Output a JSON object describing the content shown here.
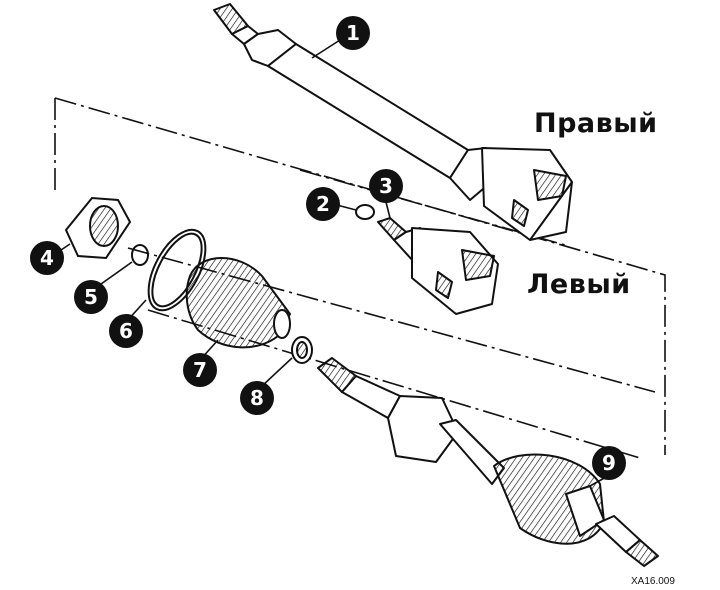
{
  "labels": {
    "right": "Правый",
    "left": "Левый"
  },
  "figure_code": "XA16.009",
  "callouts": [
    "1",
    "2",
    "3",
    "4",
    "5",
    "6",
    "7",
    "8",
    "9"
  ],
  "colors": {
    "ink": "#111111",
    "paper": "#ffffff"
  }
}
